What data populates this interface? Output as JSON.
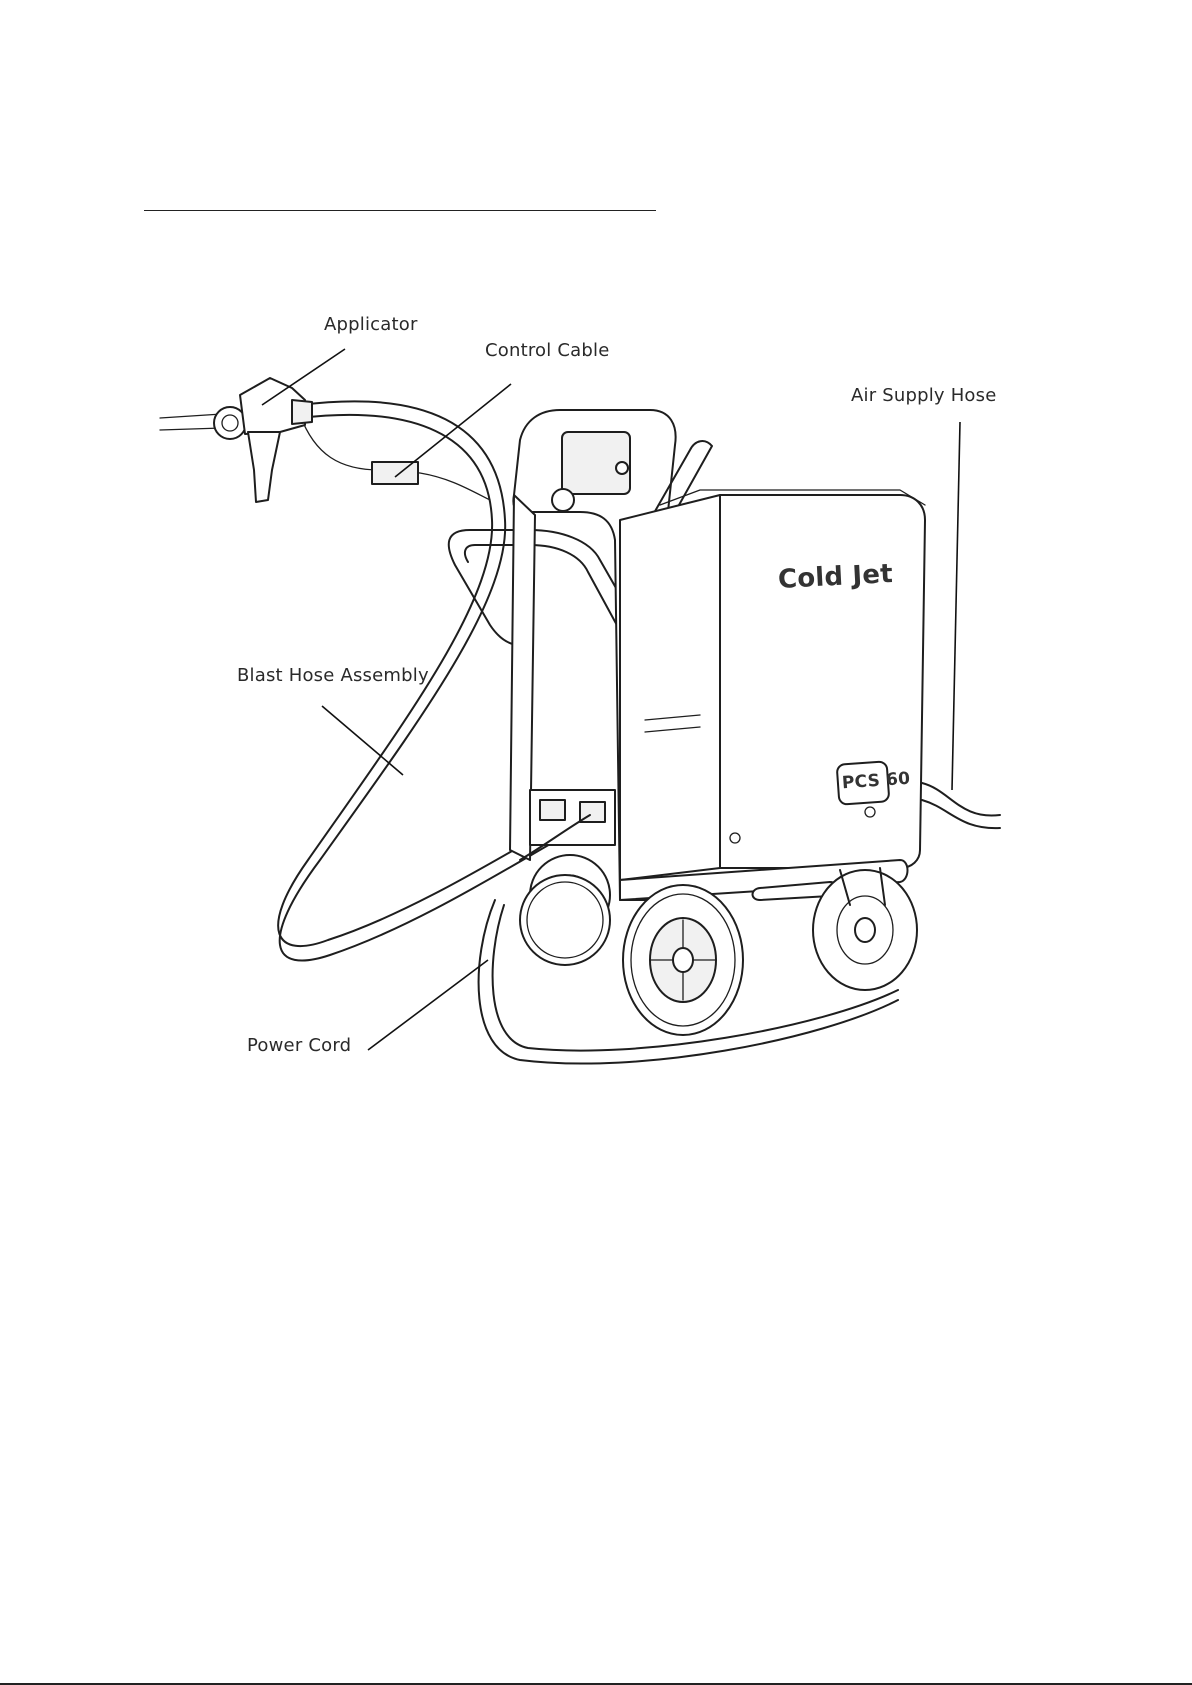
{
  "labels": {
    "applicator": "Applicator",
    "control_cable": "Control Cable",
    "air_supply_hose": "Air Supply Hose",
    "blast_hose_assembly": "Blast Hose Assembly",
    "power_cord": "Power Cord"
  },
  "machine": {
    "brand": "Cold Jet",
    "model": "PCS 60"
  }
}
